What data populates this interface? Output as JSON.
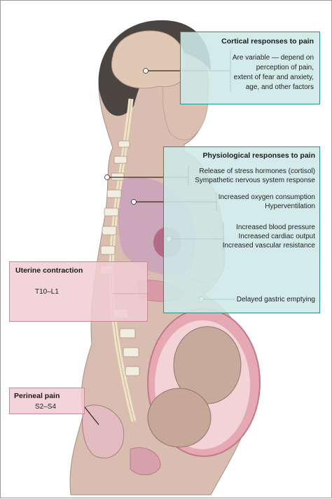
{
  "cortical": {
    "title": "Cortical responses to pain",
    "lines": [
      "Are variable — depend on",
      "perception of pain,",
      "extent of fear and anxiety,",
      "age, and other factors"
    ]
  },
  "physiological": {
    "title": "Physiological responses to pain",
    "group1": [
      "Release of stress hormones (cortisol)",
      "Sympathetic nervous system response"
    ],
    "group2": [
      "Increased oxygen consumption",
      "Hyperventilation"
    ],
    "group3": [
      "Increased blood pressure",
      "Increased cardiac output",
      "Increased vascular resistance"
    ],
    "group4": [
      "Delayed gastric emptying"
    ]
  },
  "uterine": {
    "title": "Uterine contraction",
    "level": "T10–L1"
  },
  "perineal": {
    "title": "Perineal pain",
    "level": "S2–S4"
  },
  "colors": {
    "teal_border": "#2b8f8a",
    "teal_fill": "#cde9e7",
    "pink_border": "#c98a97",
    "pink_fill": "#f0cdd4",
    "leader": "#3a2a1a"
  }
}
